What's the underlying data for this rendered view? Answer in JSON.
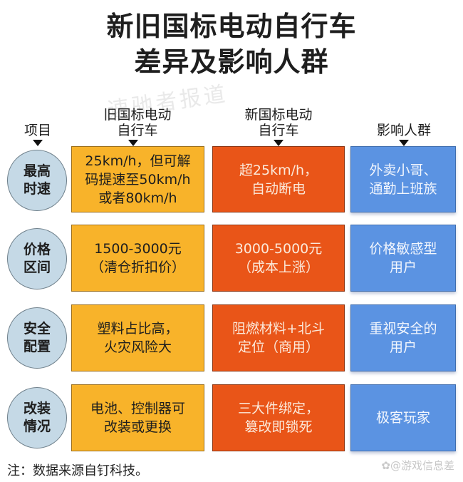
{
  "title": {
    "line1": "新旧国标电动自行车",
    "line2": "差异及影响人群"
  },
  "background_watermark": "速驰者报道",
  "columns": {
    "item": "项目",
    "old_line1": "旧国标电动",
    "old_line2": "自行车",
    "new_line1": "新国标电动",
    "new_line2": "自行车",
    "group": "影响人群"
  },
  "colors": {
    "old": "#f8b32a",
    "new": "#e95518",
    "group": "#5b93e2",
    "circle": "#c5d9e6"
  },
  "rows": [
    {
      "item": "最高\n时速",
      "old": "25km/h，但可解\n码提速至50km/h\n或者80km/h",
      "new": "超25km/h，\n自动断电",
      "group": "外卖小哥、\n通勤上班族"
    },
    {
      "item": "价格\n区间",
      "old": "1500-3000元\n（清仓折扣价）",
      "new": "3000-5000元\n（成本上涨）",
      "group": "价格敏感型\n用户"
    },
    {
      "item": "安全\n配置",
      "old": "塑料占比高，\n火灾风险大",
      "new": "阻燃材料+北斗\n定位（商用）",
      "group": "重视安全的\n用户"
    },
    {
      "item": "改装\n情况",
      "old": "电池、控制器可\n改装或更换",
      "new": "三大件绑定，\n篡改即锁死",
      "group": "极客玩家"
    }
  ],
  "footer": {
    "note": "注：数据来源自钉科技。",
    "watermark": "✿@游戏信息差"
  }
}
